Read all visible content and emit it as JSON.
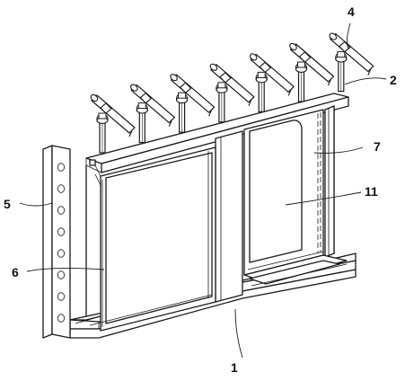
{
  "labels": {
    "l1": "1",
    "l2": "2",
    "l4": "4",
    "l5": "5",
    "l6": "6",
    "l7": "7",
    "l11": "11"
  },
  "colors": {
    "line": "#1a1a1a",
    "background": "#ffffff"
  }
}
